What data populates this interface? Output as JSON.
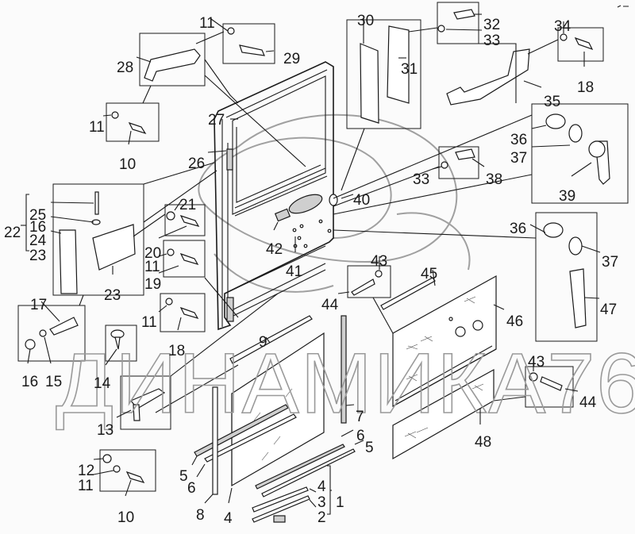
{
  "diagram": {
    "title": "",
    "watermark": "ДИНАМИКА76",
    "colors": {
      "ink": "#1a1a1a",
      "watermark": "#9a9a9a",
      "background": "#fbfbfb"
    },
    "callouts": [
      {
        "id": "c11a",
        "text": "11"
      },
      {
        "id": "c29",
        "text": "29"
      },
      {
        "id": "c28",
        "text": "28"
      },
      {
        "id": "c11b",
        "text": "11"
      },
      {
        "id": "c10a",
        "text": "10"
      },
      {
        "id": "c27",
        "text": "27"
      },
      {
        "id": "c26",
        "text": "26"
      },
      {
        "id": "c30",
        "text": "30"
      },
      {
        "id": "c31",
        "text": "31"
      },
      {
        "id": "c32",
        "text": "32"
      },
      {
        "id": "c33a",
        "text": "33"
      },
      {
        "id": "c34",
        "text": "34"
      },
      {
        "id": "c18a",
        "text": "18"
      },
      {
        "id": "c35",
        "text": "35"
      },
      {
        "id": "c36a",
        "text": "36"
      },
      {
        "id": "c37a",
        "text": "37"
      },
      {
        "id": "c39",
        "text": "39"
      },
      {
        "id": "c33b",
        "text": "33"
      },
      {
        "id": "c38",
        "text": "38"
      },
      {
        "id": "c40",
        "text": "40"
      },
      {
        "id": "c42",
        "text": "42"
      },
      {
        "id": "c41",
        "text": "41"
      },
      {
        "id": "c21",
        "text": "21"
      },
      {
        "id": "c20",
        "text": "20"
      },
      {
        "id": "c11c",
        "text": "11"
      },
      {
        "id": "c19",
        "text": "19"
      },
      {
        "id": "c25",
        "text": "25"
      },
      {
        "id": "c16a",
        "text": "16"
      },
      {
        "id": "c22",
        "text": "22"
      },
      {
        "id": "c24",
        "text": "24"
      },
      {
        "id": "c23a",
        "text": "23"
      },
      {
        "id": "c23b",
        "text": "23"
      },
      {
        "id": "c17",
        "text": "17"
      },
      {
        "id": "c16b",
        "text": "16"
      },
      {
        "id": "c15",
        "text": "15"
      },
      {
        "id": "c11d",
        "text": "11"
      },
      {
        "id": "c18b",
        "text": "18"
      },
      {
        "id": "c14",
        "text": "14"
      },
      {
        "id": "c13",
        "text": "13"
      },
      {
        "id": "c12",
        "text": "12"
      },
      {
        "id": "c11e",
        "text": "11"
      },
      {
        "id": "c10b",
        "text": "10"
      },
      {
        "id": "c36b",
        "text": "36"
      },
      {
        "id": "c37b",
        "text": "37"
      },
      {
        "id": "c47",
        "text": "47"
      },
      {
        "id": "c43a",
        "text": "43"
      },
      {
        "id": "c44a",
        "text": "44"
      },
      {
        "id": "c45",
        "text": "45"
      },
      {
        "id": "c46",
        "text": "46"
      },
      {
        "id": "c43b",
        "text": "43"
      },
      {
        "id": "c44b",
        "text": "44"
      },
      {
        "id": "c48",
        "text": "48"
      },
      {
        "id": "c9",
        "text": "9"
      },
      {
        "id": "c7",
        "text": "7"
      },
      {
        "id": "c6a",
        "text": "6"
      },
      {
        "id": "c5a",
        "text": "5"
      },
      {
        "id": "c5b",
        "text": "5"
      },
      {
        "id": "c6b",
        "text": "6"
      },
      {
        "id": "c8",
        "text": "8"
      },
      {
        "id": "c4a",
        "text": "4"
      },
      {
        "id": "c4b",
        "text": "4"
      },
      {
        "id": "c3",
        "text": "3"
      },
      {
        "id": "c2",
        "text": "2"
      },
      {
        "id": "c1",
        "text": "1"
      }
    ]
  }
}
